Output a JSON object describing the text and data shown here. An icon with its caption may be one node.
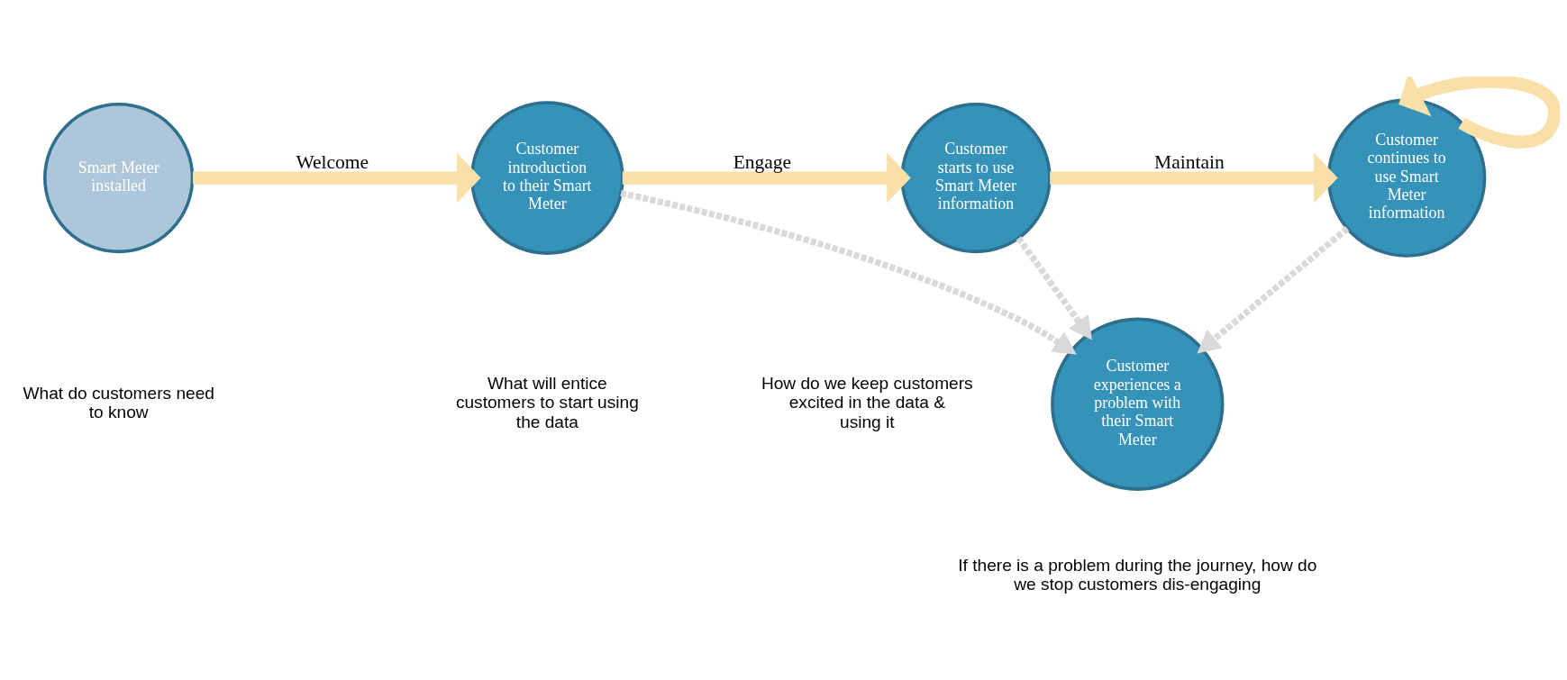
{
  "diagram": {
    "nodes": [
      {
        "text": [
          "Smart Meter installed"
        ]
      },
      {
        "text": [
          "Customer introduction to their Smart Meter"
        ]
      },
      {
        "text": [
          "Customer starts to use Smart Meter information"
        ]
      },
      {
        "text": [
          "Customer continues to use Smart Meter information"
        ]
      },
      {
        "text": [
          "Customer experiences a problem with their Smart Meter"
        ],
        "beside": [
          "If there is a problem during the journey, how do we stop customers dis-engaging"
        ]
      }
    ],
    "edges": [
      {
        "from": 0,
        "to": 1,
        "arrow": "to",
        "label": "Welcome"
      },
      {
        "from": 1,
        "to": 2,
        "arrow": "to",
        "label": "Engage"
      },
      {
        "from": 2,
        "to": 3,
        "arrow": "to",
        "label": "Maintain"
      },
      {
        "from": 3,
        "to": 3,
        "arrow": "to"
      },
      {
        "from": 1,
        "to": 4,
        "arrow": "to",
        "style": "dashed",
        "color": "#d9d9d9"
      },
      {
        "from": 2,
        "to": 4,
        "arrow": "to",
        "style": "dashed",
        "color": "#d9d9d9"
      },
      {
        "from": 3,
        "to": 4,
        "arrow": "to",
        "style": "dashed",
        "color": "#d9d9d9"
      }
    ],
    "labels": [
      "What do customers need to know",
      "What will entice customers to start using the data",
      "How do we keep customers excited in the data & using it"
    ]
  }
}
